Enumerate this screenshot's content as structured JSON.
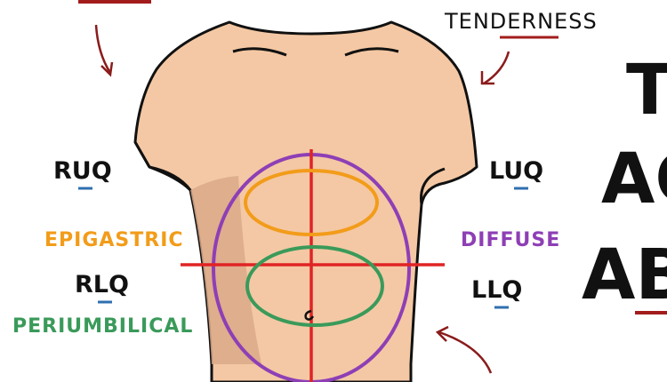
{
  "labels": {
    "tenderness": "TENDERNESS",
    "ruq": "RUQ",
    "luq": "LUQ",
    "rlq": "RLQ",
    "llq": "LLQ",
    "epigastric": "EPIGASTRIC",
    "diffuse": "DIFFUSE",
    "periumbilical": "PERIUMBILICAL",
    "title_line1": "T",
    "title_line2": "AC",
    "title_line3": "ABI"
  },
  "colors": {
    "skin": "#f4c8a4",
    "skin_shadow": "#d9a98a",
    "outline": "#111111",
    "red": "#e02424",
    "orange": "#f29c1a",
    "green": "#3a9a5a",
    "purple": "#8e3fb5",
    "underline_blue": "#2f6fb0",
    "arrow_dark_red": "#8b1c1c"
  }
}
